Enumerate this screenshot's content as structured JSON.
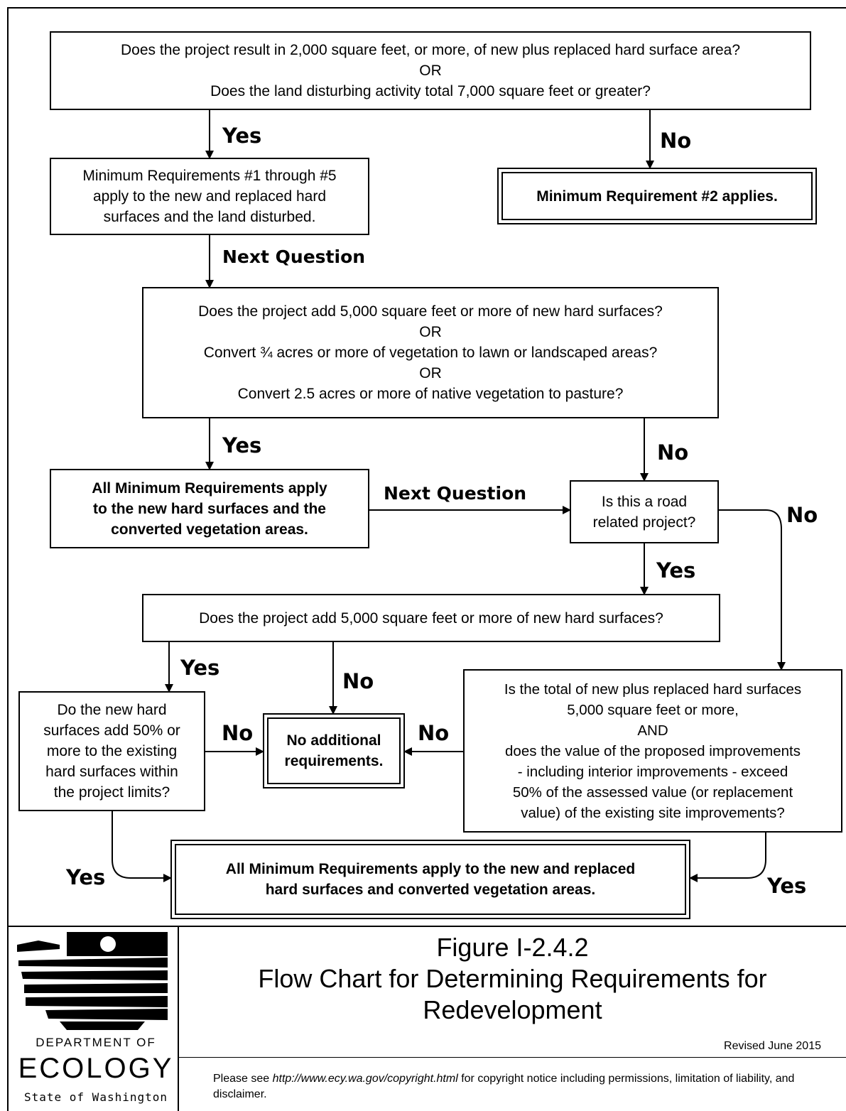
{
  "q1": {
    "lines": [
      "Does the project result in 2,000 square feet, or more, of new plus replaced hard surface area?",
      "OR",
      "Does the land disturbing activity total 7,000 square feet or greater?"
    ]
  },
  "r1_yes": {
    "lines": [
      "Minimum Requirements #1 through #5",
      "apply to the new and replaced hard",
      "surfaces and the land disturbed."
    ]
  },
  "r1_no": {
    "text": "Minimum Requirement #2 applies."
  },
  "q2": {
    "lines": [
      "Does the project add 5,000 square feet or more of new hard surfaces?",
      "OR",
      "Convert ¾ acres or more of vegetation to lawn or landscaped areas?",
      "OR",
      "Convert 2.5 acres or more of native vegetation to pasture?"
    ]
  },
  "r2_yes": {
    "lines": [
      "All Minimum Requirements apply",
      "to the new hard surfaces and the",
      "converted vegetation areas."
    ]
  },
  "q3": {
    "lines": [
      "Is this a road",
      "related project?"
    ]
  },
  "q4": {
    "text": "Does the project add 5,000 square feet or more of new hard surfaces?"
  },
  "q5": {
    "lines": [
      "Do the new hard",
      "surfaces add 50% or",
      "more to the existing",
      "hard surfaces within",
      "the project limits?"
    ]
  },
  "no_additional": {
    "lines": [
      "No additional",
      "requirements."
    ]
  },
  "q6": {
    "lines": [
      "Is the total of new plus replaced hard surfaces",
      "5,000 square feet or more,",
      "AND",
      "does the value of the proposed improvements",
      "- including interior improvements - exceed",
      "50% of the assessed value (or replacement",
      "value) of the existing site improvements?"
    ]
  },
  "all_min": {
    "lines": [
      "All Minimum Requirements apply to the new and replaced",
      "hard surfaces and converted vegetation areas."
    ]
  },
  "labels": {
    "yes": "Yes",
    "no": "No",
    "next_question": "Next Question"
  },
  "figure": {
    "number": "Figure I-2.4.2",
    "title_lines": [
      "Flow Chart for Determining Requirements for",
      "Redevelopment"
    ],
    "revised": "Revised June 2015"
  },
  "copyright": {
    "prefix": "Please see ",
    "url": "http://www.ecy.wa.gov/copyright.html",
    "suffix": " for copyright notice including permissions, limitation of liability, and disclaimer."
  },
  "agency": {
    "dept": "DEPARTMENT OF",
    "name": "ECOLOGY",
    "state": "State of Washington"
  }
}
